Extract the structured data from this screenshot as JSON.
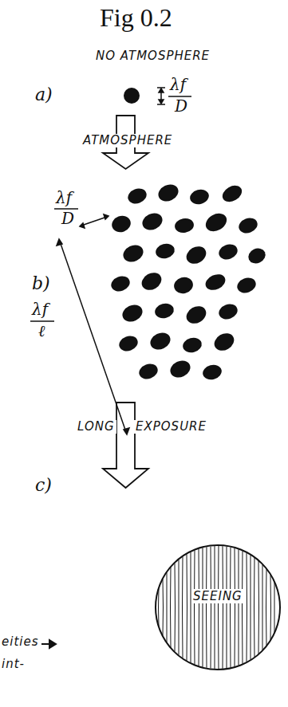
{
  "diagram": {
    "title": "Fig 0.2",
    "nodes": [
      {
        "text": [
          "SEEING"
        ]
      }
    ],
    "labels": [
      "NO ATMOSPHERE",
      "a)",
      "λf",
      "D",
      "ATMOSPHERE",
      "λf",
      "D",
      "b)",
      "λf",
      "ℓ",
      "LONG",
      "EXPOSURE",
      "c)",
      "eities",
      "int-"
    ]
  }
}
